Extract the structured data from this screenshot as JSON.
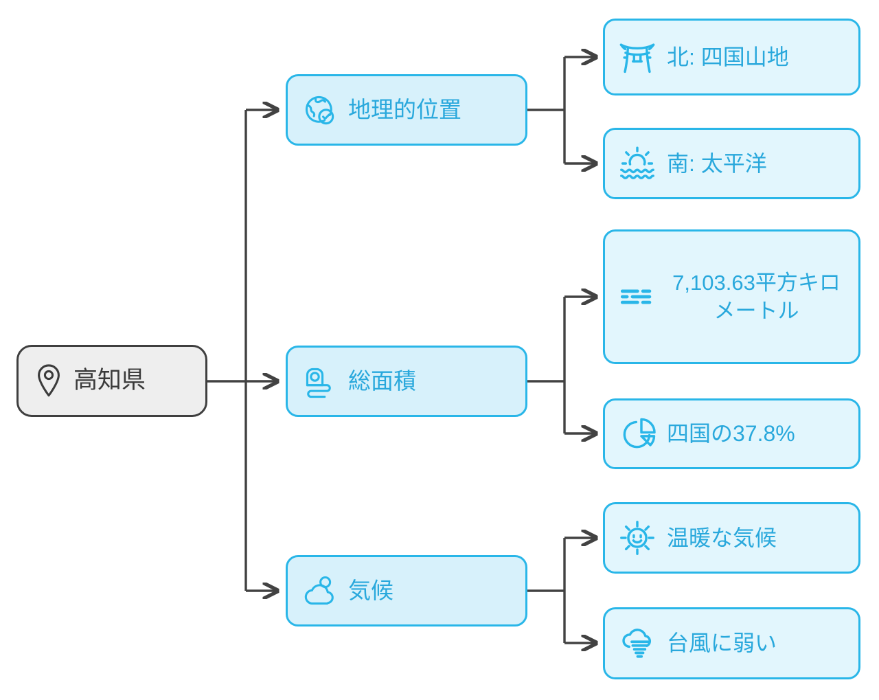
{
  "diagram": {
    "type": "mind-map",
    "title": "高知県",
    "orientation": "left-to-right",
    "colors": {
      "root_fill": "#eeeeee",
      "root_border": "#3f3f3f",
      "root_text": "#3b3b3b",
      "branch_fill": "#d7f1fb",
      "leaf_fill": "#e2f6fd",
      "node_border": "#29b6e8",
      "node_text": "#29a8dc",
      "connector": "#424242",
      "background": "#ffffff"
    }
  },
  "root": {
    "label": "高知県",
    "icon": "location-pin-icon"
  },
  "branches": [
    {
      "id": "geography",
      "label": "地理的位置",
      "icon": "globe-check-icon",
      "children": [
        {
          "id": "north",
          "label": "北: 四国山地",
          "icon": "torii-gate-icon"
        },
        {
          "id": "south",
          "label": "南: 太平洋",
          "icon": "sun-over-waves-icon"
        }
      ]
    },
    {
      "id": "total-area",
      "label": "総面積",
      "icon": "tape-measure-icon",
      "children": [
        {
          "id": "area-value",
          "label": "7,103.63平方キロメートル",
          "icon": "dashed-lines-icon"
        },
        {
          "id": "area-share",
          "label": "四国の37.8%",
          "icon": "pie-chart-icon"
        }
      ]
    },
    {
      "id": "climate",
      "label": "気候",
      "icon": "sun-behind-cloud-icon",
      "children": [
        {
          "id": "warm",
          "label": "温暖な気候",
          "icon": "smiling-sun-icon"
        },
        {
          "id": "typhoon",
          "label": "台風に弱い",
          "icon": "cloud-tornado-icon"
        }
      ]
    }
  ]
}
